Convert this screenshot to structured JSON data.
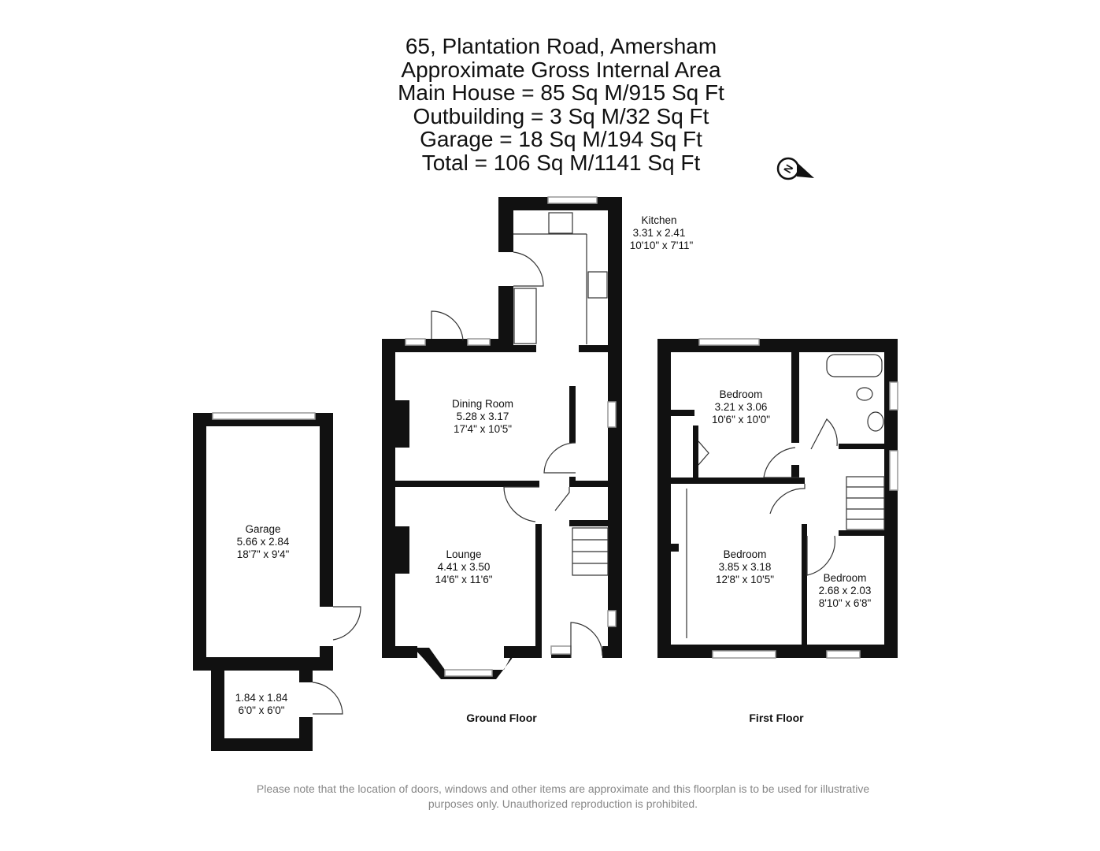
{
  "header": {
    "lines": [
      "65, Plantation Road, Amersham",
      "Approximate Gross Internal Area",
      "Main House = 85 Sq M/915 Sq Ft",
      "Outbuilding = 3 Sq M/32 Sq Ft",
      "Garage = 18 Sq M/194 Sq Ft",
      "Total = 106 Sq M/1141 Sq Ft"
    ],
    "compass_letter": "N"
  },
  "rooms": {
    "kitchen": {
      "name": "Kitchen",
      "metric": "3.31 x 2.41",
      "imperial": "10'10\" x 7'11\""
    },
    "dining": {
      "name": "Dining Room",
      "metric": "5.28 x 3.17",
      "imperial": "17'4\" x 10'5\""
    },
    "lounge": {
      "name": "Lounge",
      "metric": "4.41 x 3.50",
      "imperial": "14'6\" x 11'6\""
    },
    "garage": {
      "name": "Garage",
      "metric": "5.66 x 2.84",
      "imperial": "18'7\" x 9'4\""
    },
    "outbuilding": {
      "metric": "1.84 x 1.84",
      "imperial": "6'0\" x 6'0\""
    },
    "bedroom1": {
      "name": "Bedroom",
      "metric": "3.21 x 3.06",
      "imperial": "10'6\" x 10'0\""
    },
    "bedroom2": {
      "name": "Bedroom",
      "metric": "3.85 x 3.18",
      "imperial": "12'8\" x 10'5\""
    },
    "bedroom3": {
      "name": "Bedroom",
      "metric": "2.68 x 2.03",
      "imperial": "8'10\" x 6'8\""
    }
  },
  "floors": {
    "ground": "Ground Floor",
    "first": "First Floor"
  },
  "footer": {
    "line1": "Please note that the location of doors, windows and other items are approximate and this floorplan is to be used for illustrative",
    "line2": "purposes only. Unauthorized reproduction is prohibited."
  }
}
